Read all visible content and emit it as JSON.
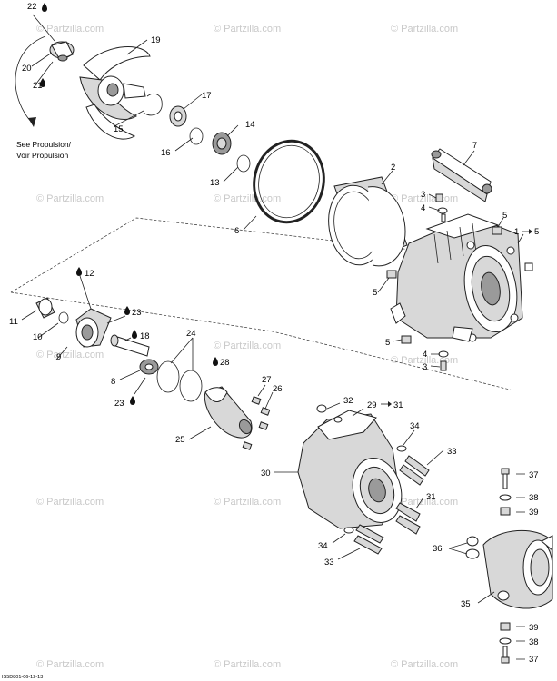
{
  "watermark": "© Partzilla.com",
  "note": [
    "See Propulsion/",
    "Voir Propulsion"
  ],
  "drawing_code": "IS5D801-06-12-13",
  "callouts": {
    "c1": "1",
    "c1b": "5",
    "c2": "2",
    "c3a": "3",
    "c3b": "3",
    "c4a": "4",
    "c4b": "4",
    "c5a": "5",
    "c5b": "5",
    "c5c": "5",
    "c6": "6",
    "c7": "7",
    "c8": "8",
    "c9": "9",
    "c10": "10",
    "c11": "11",
    "c12": "12",
    "c13": "13",
    "c14": "14",
    "c15": "15",
    "c16": "16",
    "c17": "17",
    "c18": "18",
    "c19": "19",
    "c20": "20",
    "c21": "21",
    "c22": "22",
    "c23a": "23",
    "c23b": "23",
    "c24": "24",
    "c25": "25",
    "c26": "26",
    "c27": "27",
    "c28": "28",
    "c29": "29",
    "c29b": "31",
    "c30": "30",
    "c31": "31",
    "c32": "32",
    "c33a": "33",
    "c33b": "33",
    "c34a": "34",
    "c34b": "34",
    "c35": "35",
    "c36": "36",
    "c37a": "37",
    "c37b": "37",
    "c38a": "38",
    "c38b": "38",
    "c39a": "39",
    "c39b": "39"
  },
  "colors": {
    "line": "#222222",
    "watermark": "#c9c9c9",
    "shade": "#d8d8d8"
  }
}
